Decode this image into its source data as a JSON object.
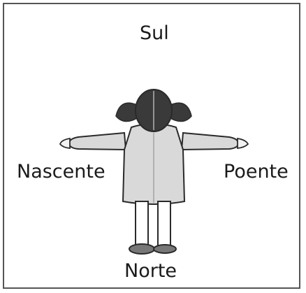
{
  "directions": {
    "top": "Sul",
    "left": "Nascente",
    "right": "Poente",
    "bottom": "Norte"
  },
  "colors": {
    "hair": "#3a3a3a",
    "coat": "#d9d9d9",
    "outline": "#2a2a2a",
    "skin": "#f2f2f2",
    "border": "#555555"
  }
}
